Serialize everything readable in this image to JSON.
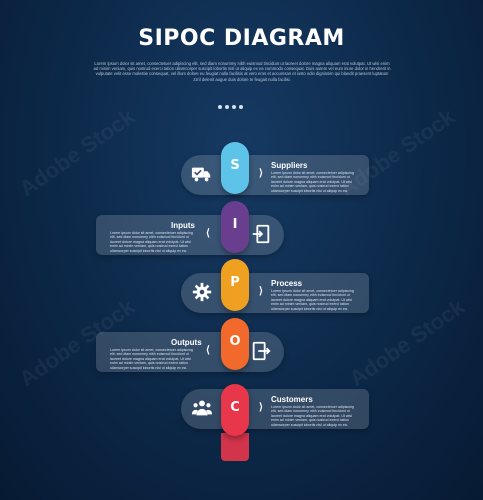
{
  "title": "SIPOC DIAGRAM",
  "subtitle": "Lorem ipsum dolor sit amet, consectetuer adipiscing elit, sed diam nonummy nibh euismod tincidunt ut laoreet dolore magna aliquam erat volutpat. Ut wisi enim ad minim veniam, quis nostrud exerci tation ullamcorper suscipit lobortis nisl ut aliquip ex ea commodo consequat. Duis autem vel eum iriure dolor in hendrerit in vulputate velit esse molestie consequat, vel illum dolore eu feugiat nulla facilisis at vero eros et accumsan et iusto odio dignissim qui blandit praesent luptatum zzril delenit augue duis dolore te feugait nulla facilisi.",
  "steps": [
    {
      "letter": "S",
      "label": "Suppliers",
      "color": "#5ec3e8",
      "icon": "truck-check-icon",
      "desc": "Lorem ipsum dolor sit amet, consectetuer adipiscing elit, sed diam nonummy nibh euismod tincidunt ut laoreet dolore magna aliquam erat volutpat. Ut wisi enim ad minim veniam, quis nostrud exerci tation ullamcorper suscipit lobortis nisl ut aliquip ex ea."
    },
    {
      "letter": "I",
      "label": "Inputs",
      "color": "#6a3e8f",
      "icon": "login-door-icon",
      "desc": "Lorem ipsum dolor sit amet, consectetuer adipiscing elit, sed diam nonummy nibh euismod tincidunt ut laoreet dolore magna aliquam erat volutpat. Ut wisi enim ad minim veniam, quis nostrud exerci tation ullamcorper suscipit lobortis nisl ut aliquip ex ea."
    },
    {
      "letter": "P",
      "label": "Process",
      "color": "#f0a020",
      "icon": "gear-icon",
      "desc": "Lorem ipsum dolor sit amet, consectetuer adipiscing elit, sed diam nonummy nibh euismod tincidunt ut laoreet dolore magna aliquam erat volutpat. Ut wisi enim ad minim veniam, quis nostrud exerci tation ullamcorper suscipit lobortis nisl ut aliquip ex ea."
    },
    {
      "letter": "O",
      "label": "Outputs",
      "color": "#f26a2b",
      "icon": "logout-door-icon",
      "desc": "Lorem ipsum dolor sit amet, consectetuer adipiscing elit, sed diam nonummy nibh euismod tincidunt ut laoreet dolore magna aliquam erat volutpat. Ut wisi enim ad minim veniam, quis nostrud exerci tation ullamcorper suscipit lobortis nisl ut aliquip ex ea."
    },
    {
      "letter": "C",
      "label": "Customers",
      "color": "#e8364b",
      "icon": "users-group-icon",
      "desc": "Lorem ipsum dolor sit amet, consectetuer adipiscing elit, sed diam nonummy nibh euismod tincidunt ut laoreet dolore magna aliquam erat volutpat. Ut wisi enim ad minim veniam, quis nostrud exerci tation ullamcorper suscipit lobortis nisl ut aliquip ex ea."
    }
  ],
  "chevrons": {
    "right": "⟩",
    "left": "⟨"
  },
  "side_id": "1440775115",
  "watermark": "Adobe Stock"
}
